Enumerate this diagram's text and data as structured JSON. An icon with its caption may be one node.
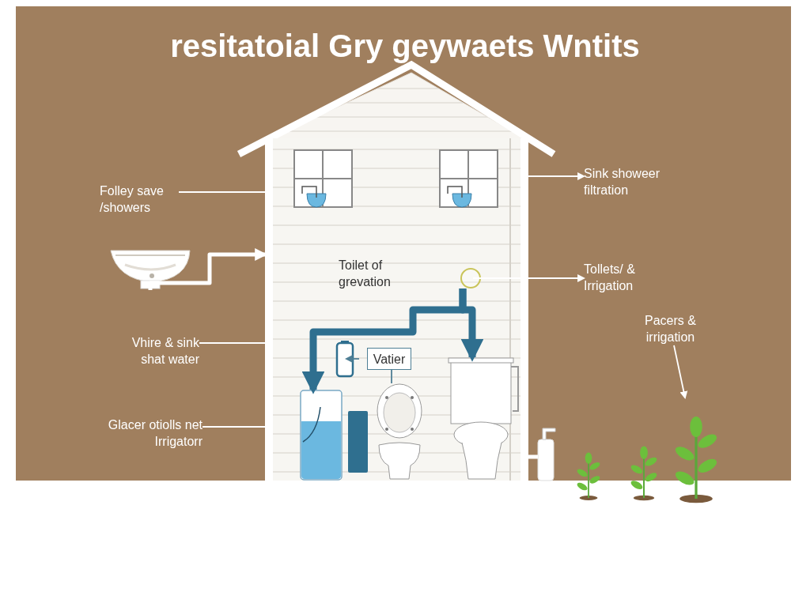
{
  "diagram": {
    "title": "resitatoial Gry geywaets Wntits",
    "nodes": [
      {
        "text": [],
        "shape": "picture"
      },
      {
        "text": [
          "Folley save /showers"
        ]
      },
      {
        "text": [
          "Sink showeer filtration"
        ]
      },
      {
        "text": [],
        "shape": "picture"
      },
      {
        "text": [],
        "shape": "circle",
        "in": 0
      },
      {
        "text": [
          "Tollets/ & Irrigation"
        ]
      },
      {
        "text": [
          "Pacers & irrigation"
        ]
      },
      {
        "text": [
          "Vhire & sink shat water"
        ]
      },
      {
        "text": [],
        "shape": "picture",
        "in": 0
      },
      {
        "text": [
          "Vatier"
        ],
        "in": 0
      },
      {
        "text": [],
        "shape": "picture",
        "in": 0
      },
      {
        "text": [],
        "shape": "picture",
        "in": 0
      },
      {
        "text": [],
        "shape": "picture",
        "in": 0
      },
      {
        "text": [
          "Glacer otiolls net Irrigatorr"
        ]
      },
      {
        "text": [],
        "shape": "picture"
      }
    ],
    "edges": [
      {
        "from": 1,
        "to": 0,
        "arrow": "none"
      },
      {
        "from": 0,
        "to": 2,
        "arrow": "to"
      },
      {
        "from": 3,
        "to": 0,
        "arrow": "to",
        "style": "thick"
      },
      {
        "from": 4,
        "to": 5,
        "arrow": "to"
      },
      {
        "from": 4,
        "to": 10,
        "arrow": "to",
        "style": "thick",
        "color": "#2f6f8f"
      },
      {
        "from": 4,
        "to": 11,
        "arrow": "to",
        "style": "thick",
        "color": "#2f6f8f"
      },
      {
        "from": 9,
        "to": 8,
        "arrow": "to",
        "color": "#4f7f95"
      },
      {
        "from": 9,
        "to": 12,
        "arrow": "none",
        "color": "#4f7f95"
      },
      {
        "from": 7,
        "to": 0,
        "arrow": "none"
      },
      {
        "from": 13,
        "to": 0,
        "arrow": "none"
      },
      {
        "from": 6,
        "to": 14,
        "arrow": "to"
      }
    ],
    "labels": [
      "Toilet of grevation"
    ]
  }
}
